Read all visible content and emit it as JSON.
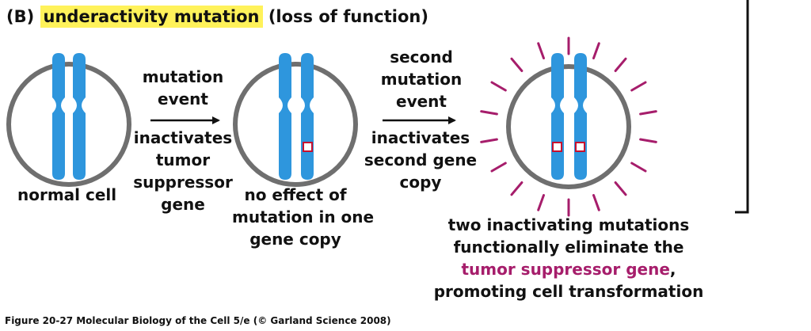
{
  "colors": {
    "chromosome": "#2E96DD",
    "cell_border": "#6F6F6F",
    "highlight": "#FFF25A",
    "magenta": "#A61D6B",
    "mutation": "#C8102E"
  },
  "heading": {
    "label": "(B)",
    "highlighted": "underactivity mutation",
    "rest": "(loss of function)"
  },
  "labels": {
    "normal_cell": "normal cell",
    "event1": [
      "mutation",
      "event"
    ],
    "event1_result": [
      "inactivates",
      "tumor",
      "suppressor",
      "gene"
    ],
    "cell2": [
      "no effect of",
      "mutation in one",
      "gene copy"
    ],
    "event2": [
      "second",
      "mutation",
      "event"
    ],
    "event2_result": [
      "inactivates",
      "second gene",
      "copy"
    ],
    "cell3_line1": "two inactivating mutations",
    "cell3_line2": "functionally eliminate the",
    "cell3_gene": "tumor suppressor gene",
    "cell3_comma": ",",
    "cell3_line4": "promoting cell transformation"
  },
  "caption": "Figure 20-27  Molecular Biology of the Cell 5/e (© Garland Science 2008)"
}
